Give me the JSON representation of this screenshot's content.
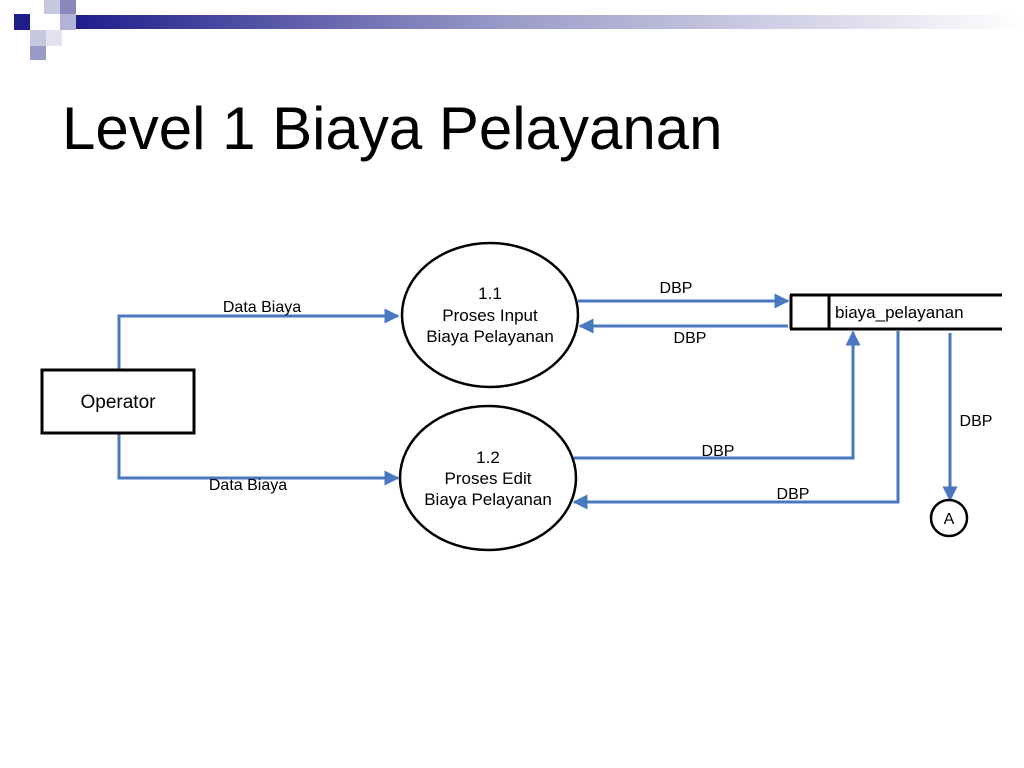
{
  "slide": {
    "title": "Level 1 Biaya Pelayanan"
  },
  "diagram": {
    "external_entity": {
      "label": "Operator"
    },
    "processes": [
      {
        "number": "1.1",
        "line1": "Proses Input",
        "line2": "Biaya Pelayanan"
      },
      {
        "number": "1.2",
        "line1": "Proses Edit",
        "line2": "Biaya Pelayanan"
      }
    ],
    "data_store": {
      "label": "biaya_pelayanan"
    },
    "connector": {
      "label": "A"
    },
    "flows": [
      {
        "label": "Data Biaya"
      },
      {
        "label": "Data Biaya"
      },
      {
        "label": "DBP"
      },
      {
        "label": "DBP"
      },
      {
        "label": "DBP"
      },
      {
        "label": "DBP"
      },
      {
        "label": "DBP"
      }
    ]
  },
  "colors": {
    "flow_line": "#4a78c0",
    "header_accent": "#1e1e8c"
  }
}
